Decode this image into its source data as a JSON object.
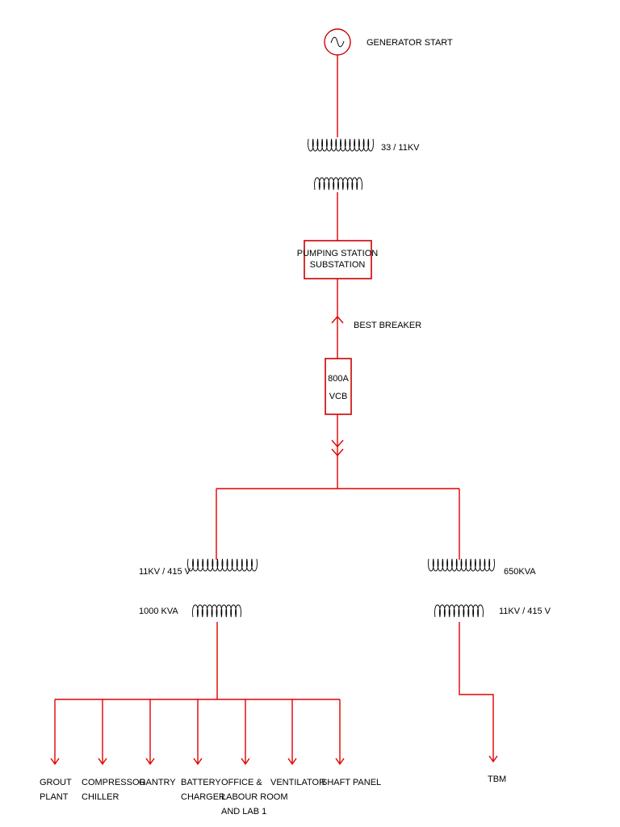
{
  "colors": {
    "wire": "#e00000",
    "box": "#cc0000",
    "coil": "#000000",
    "text": "#000000"
  },
  "generator": {
    "label": "GENERATOR START",
    "icon": "ac-generator-icon"
  },
  "main_transformer": {
    "label": "33 / 11KV"
  },
  "substation": {
    "line1": "PUMPING STATION",
    "line2": "SUBSTATION"
  },
  "breaker_note": "BEST BREAKER",
  "vcb": {
    "line1": "800A",
    "line2": "VCB"
  },
  "left_transformer": {
    "ratio": "11KV / 415 V",
    "rating": "1000 KVA"
  },
  "right_transformer": {
    "rating": "650KVA",
    "ratio": "11KV / 415 V"
  },
  "loads": [
    {
      "lines": [
        "GROUT",
        "PLANT"
      ]
    },
    {
      "lines": [
        "COMPRESSOR",
        "CHILLER"
      ]
    },
    {
      "lines": [
        "GANTRY"
      ]
    },
    {
      "lines": [
        "BATTERY",
        "CHARGER"
      ]
    },
    {
      "lines": [
        "OFFICE &",
        "LABOUR ROOM",
        "AND LAB 1"
      ]
    },
    {
      "lines": [
        "VENTILATOR"
      ]
    },
    {
      "lines": [
        "SHAFT PANEL"
      ]
    }
  ],
  "tbm": {
    "label": "TBM"
  }
}
